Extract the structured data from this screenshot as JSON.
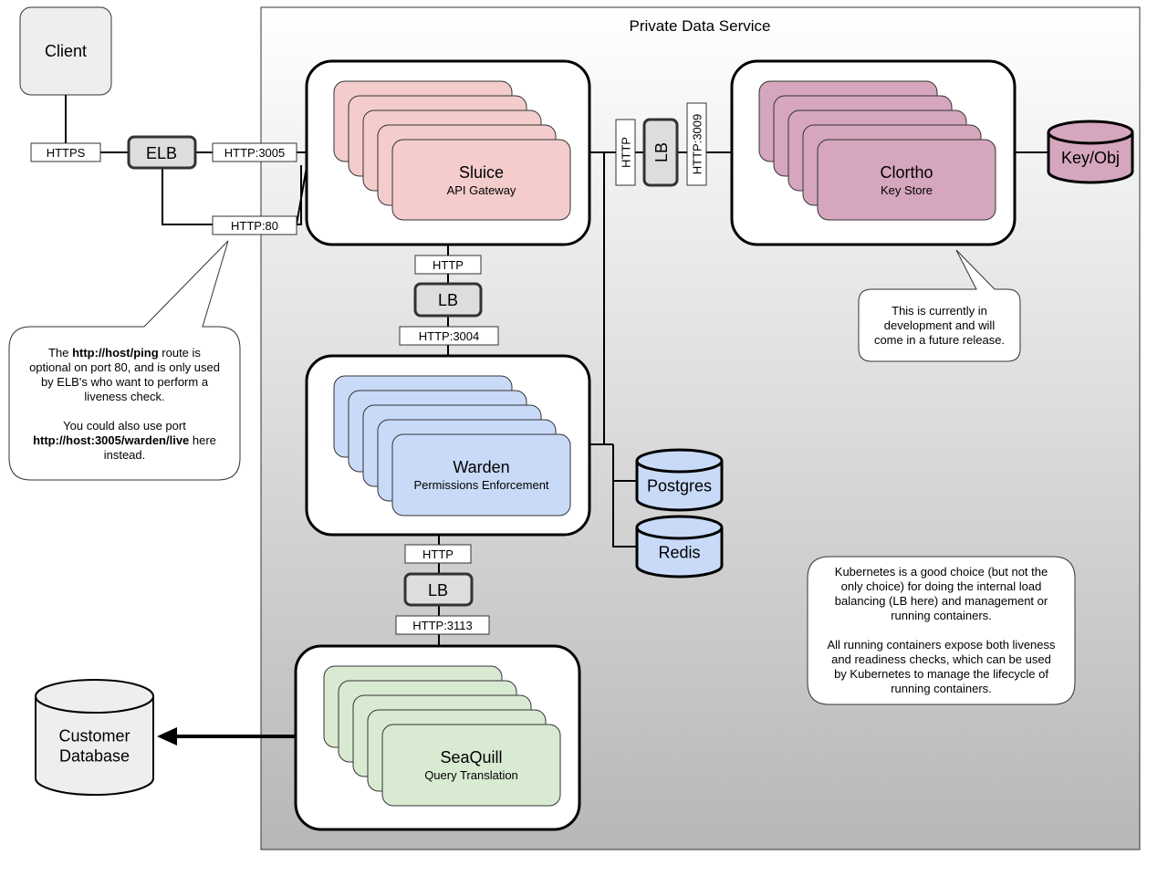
{
  "title": "Private Data Service",
  "client": "Client",
  "elb": "ELB",
  "lb": "LB",
  "edges": {
    "https": "HTTPS",
    "http3005": "HTTP:3005",
    "http80": "HTTP:80",
    "http": "HTTP",
    "http3004": "HTTP:3004",
    "http3113": "HTTP:3113",
    "http3009": "HTTP:3009"
  },
  "sluice": {
    "name": "Sluice",
    "sub": "API Gateway"
  },
  "warden": {
    "name": "Warden",
    "sub": "Permissions Enforcement"
  },
  "seaquill": {
    "name": "SeaQuill",
    "sub": "Query Translation"
  },
  "clortho": {
    "name": "Clortho",
    "sub": "Key Store"
  },
  "stores": {
    "keyobj": "Key/Obj",
    "postgres": "Postgres",
    "redis": "Redis",
    "customer_db": [
      "Customer",
      "Database"
    ]
  },
  "notes": {
    "elb_note": [
      [
        {
          "t": "The "
        },
        {
          "t": "http://host/ping",
          "b": true
        },
        {
          "t": " route is"
        }
      ],
      [
        {
          "t": "optional on port 80, and is only used"
        }
      ],
      [
        {
          "t": "by ELB's who want to perform a"
        }
      ],
      [
        {
          "t": "liveness check."
        }
      ],
      [],
      [
        {
          "t": "You could also use port"
        }
      ],
      [
        {
          "t": "http://host:3005/warden/live",
          "b": true
        },
        {
          "t": " here"
        }
      ],
      [
        {
          "t": "instead."
        }
      ]
    ],
    "clortho_note": [
      [
        {
          "t": "This is currently in"
        }
      ],
      [
        {
          "t": "development and will"
        }
      ],
      [
        {
          "t": "come in a future release."
        }
      ]
    ],
    "k8s_note": [
      [
        {
          "t": "Kubernetes is a good choice (but not the"
        }
      ],
      [
        {
          "t": "only choice) for doing the internal load"
        }
      ],
      [
        {
          "t": "balancing (LB here) and management or"
        }
      ],
      [
        {
          "t": "running containers."
        }
      ],
      [],
      [
        {
          "t": "All running containers expose both liveness"
        }
      ],
      [
        {
          "t": "and readiness checks, which can be used"
        }
      ],
      [
        {
          "t": "by Kubernetes to manage the lifecycle of"
        }
      ],
      [
        {
          "t": "running containers."
        }
      ]
    ]
  },
  "colors": {
    "sluice": "#f4cccc",
    "warden": "#c9daf8",
    "seaquill": "#d9ead3",
    "clortho": "#d5a6bd",
    "keyobj": "#d5a6bd",
    "postgres": "#c9daf8",
    "redis": "#c9daf8",
    "grey": "#dddddd"
  }
}
